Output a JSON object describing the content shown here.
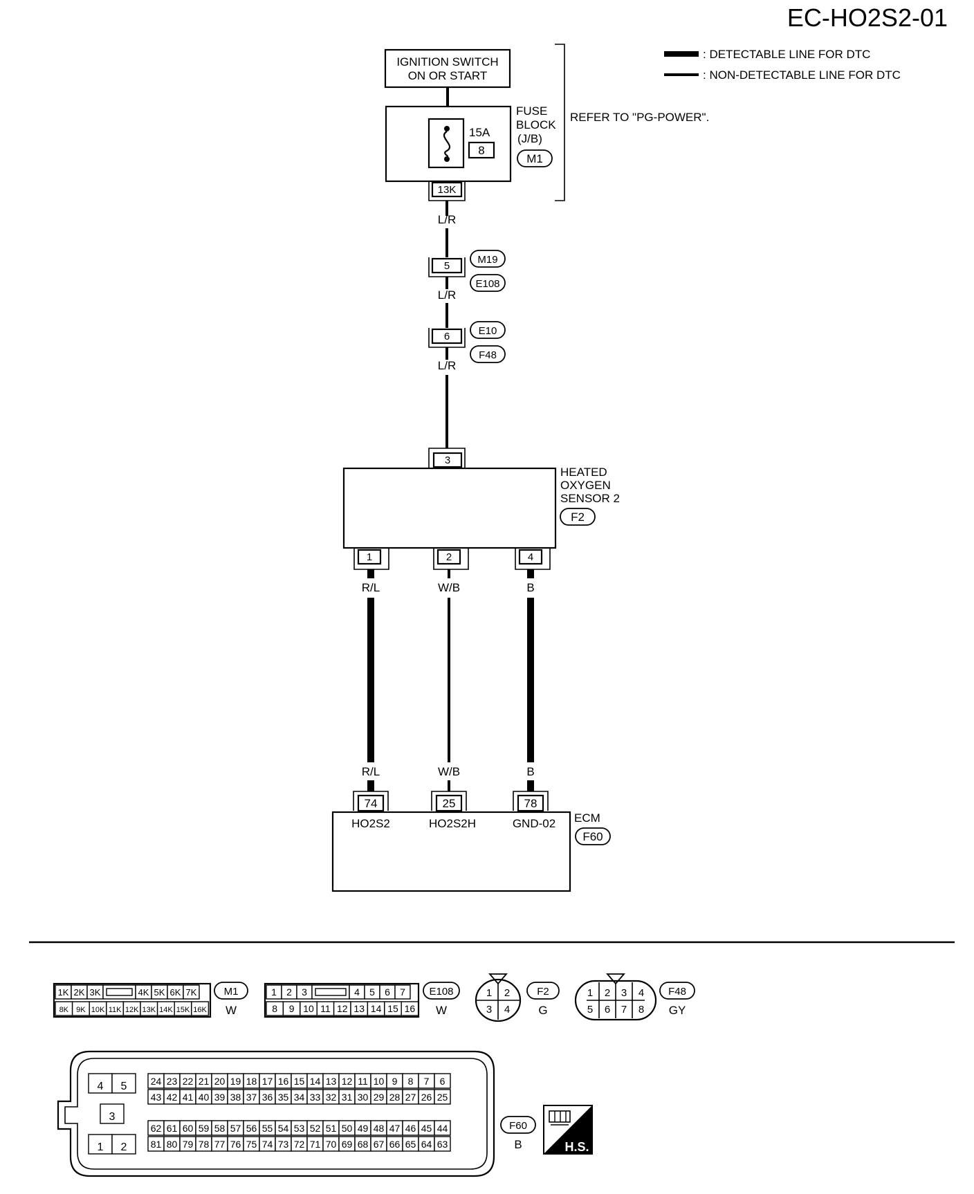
{
  "header": {
    "page_code": "EC-HO2S2-01"
  },
  "legend": {
    "detectable": ": DETECTABLE LINE FOR DTC",
    "non_detectable": ": NON-DETECTABLE LINE FOR DTC"
  },
  "power": {
    "ignition_line1": "IGNITION SWITCH",
    "ignition_line2": "ON OR START",
    "fuse_amp": "15A",
    "fuse_no": "8",
    "fuse_block_line1": "FUSE",
    "fuse_block_line2": "BLOCK",
    "fuse_block_line3": "(J/B)",
    "fuse_block_conn": "M1",
    "fuse_terminal": "13K",
    "refer": "REFER TO \"PG-POWER\"."
  },
  "harness": {
    "wire_color": "L/R",
    "joint1_pin": "5",
    "joint1_conn_a": "M19",
    "joint1_conn_b": "E108",
    "joint2_pin": "6",
    "joint2_conn_a": "E10",
    "joint2_conn_b": "F48"
  },
  "sensor": {
    "name_line1": "HEATED",
    "name_line2": "OXYGEN",
    "name_line3": "SENSOR 2",
    "conn": "F2",
    "top_pin": "3",
    "pins": [
      {
        "pin": "1",
        "wire": "R/L"
      },
      {
        "pin": "2",
        "wire": "W/B"
      },
      {
        "pin": "4",
        "wire": "B"
      }
    ]
  },
  "ecm": {
    "name": "ECM",
    "conn": "F60",
    "pins": [
      {
        "pin": "74",
        "wire": "R/L",
        "signal": "HO2S2"
      },
      {
        "pin": "25",
        "wire": "W/B",
        "signal": "HO2S2H"
      },
      {
        "pin": "78",
        "wire": "B",
        "signal": "GND-02"
      }
    ]
  },
  "connectors": {
    "m1": {
      "name": "M1",
      "color": "W",
      "row1": [
        "1K",
        "2K",
        "3K",
        "",
        "4K",
        "5K",
        "6K",
        "7K"
      ],
      "row2": [
        "8K",
        "9K",
        "10K",
        "11K",
        "12K",
        "13K",
        "14K",
        "15K",
        "16K"
      ]
    },
    "e108": {
      "name": "E108",
      "color": "W",
      "row1": [
        "1",
        "2",
        "3",
        "",
        "4",
        "5",
        "6",
        "7"
      ],
      "row2": [
        "8",
        "9",
        "10",
        "11",
        "12",
        "13",
        "14",
        "15",
        "16"
      ]
    },
    "f2": {
      "name": "F2",
      "color": "G",
      "pins": [
        "1",
        "2",
        "3",
        "4"
      ]
    },
    "f48": {
      "name": "F48",
      "color": "GY",
      "pins": [
        "1",
        "2",
        "3",
        "4",
        "5",
        "6",
        "7",
        "8"
      ]
    },
    "f60": {
      "name": "F60",
      "color": "B",
      "row1": [
        "24",
        "23",
        "22",
        "21",
        "20",
        "19",
        "18",
        "17",
        "16",
        "15",
        "14",
        "13",
        "12",
        "11",
        "10",
        "9",
        "8",
        "7",
        "6"
      ],
      "row2": [
        "43",
        "42",
        "41",
        "40",
        "39",
        "38",
        "37",
        "36",
        "35",
        "34",
        "33",
        "32",
        "31",
        "30",
        "29",
        "28",
        "27",
        "26",
        "25"
      ],
      "row3": [
        "62",
        "61",
        "60",
        "59",
        "58",
        "57",
        "56",
        "55",
        "54",
        "53",
        "52",
        "51",
        "50",
        "49",
        "48",
        "47",
        "46",
        "45",
        "44"
      ],
      "row4": [
        "81",
        "80",
        "79",
        "78",
        "77",
        "76",
        "75",
        "74",
        "73",
        "72",
        "71",
        "70",
        "69",
        "68",
        "67",
        "66",
        "65",
        "64",
        "63"
      ],
      "small_a": [
        "4",
        "5"
      ],
      "small_b": [
        "3"
      ],
      "small_c": [
        "1",
        "2"
      ]
    },
    "hs_badge": "H.S."
  }
}
